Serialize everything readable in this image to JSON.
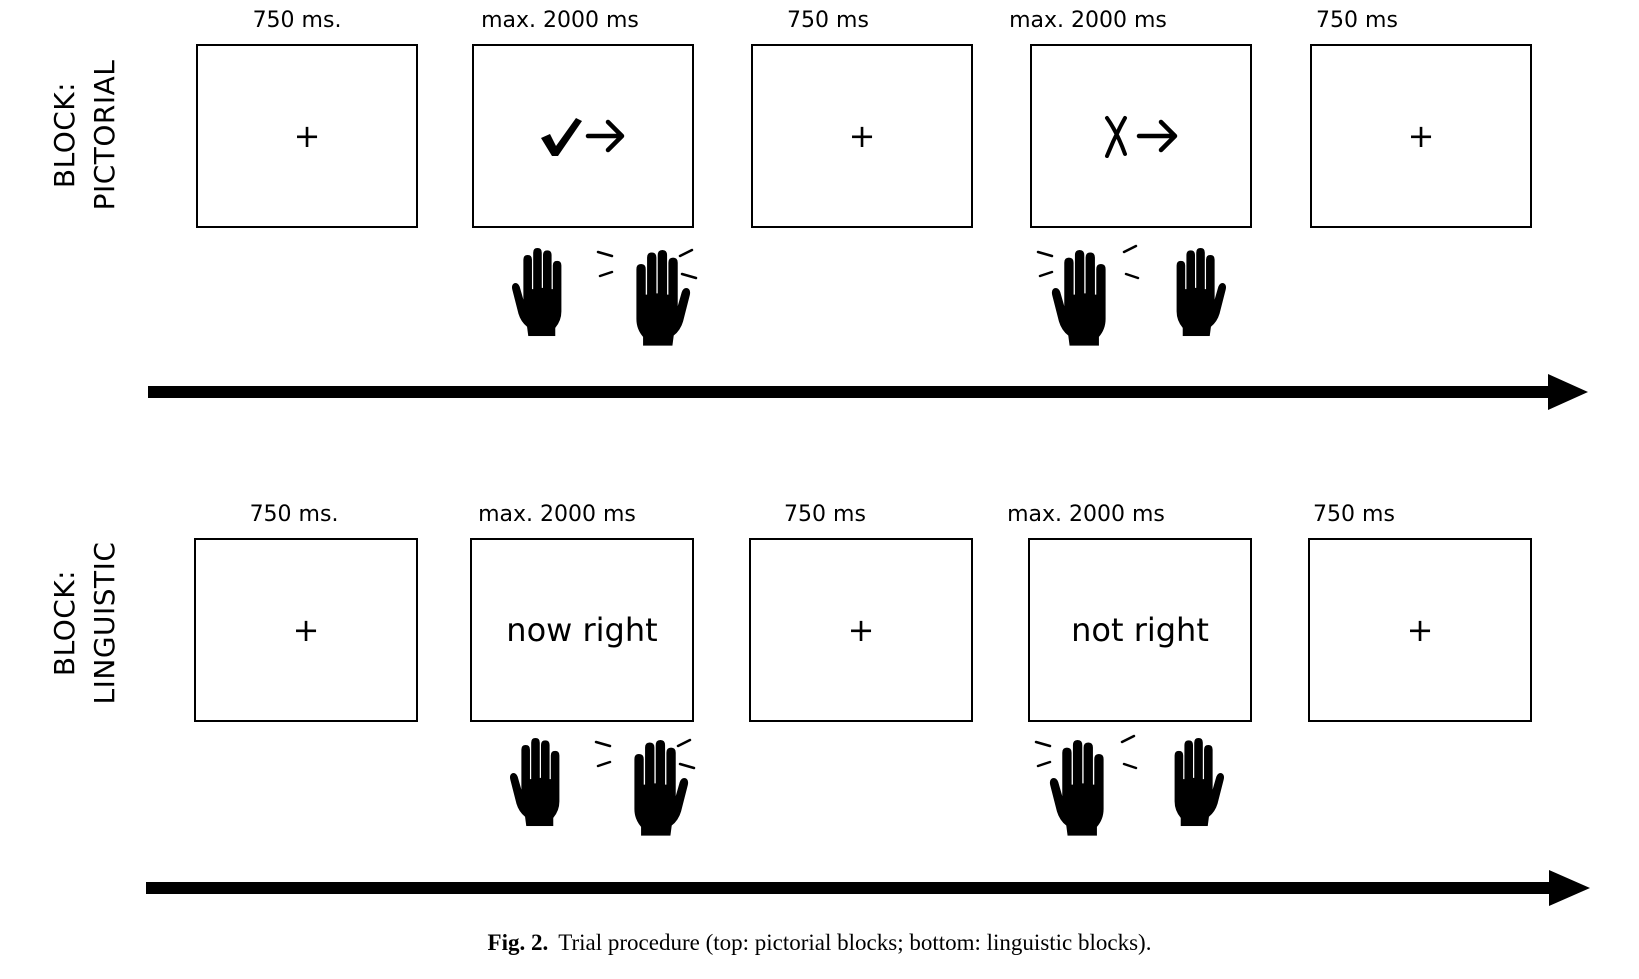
{
  "panels": [
    {
      "block_label": [
        "BLOCK:",
        "PICTORIAL"
      ],
      "durations": [
        "750 ms.",
        "max. 2000 ms",
        "750 ms",
        "max. 2000 ms",
        "750 ms"
      ],
      "screens": [
        {
          "kind": "fixation",
          "text": "+"
        },
        {
          "kind": "pictorial-cue",
          "symbol": "check-arrow-right"
        },
        {
          "kind": "fixation",
          "text": "+"
        },
        {
          "kind": "pictorial-cue",
          "symbol": "cross-arrow-right"
        },
        {
          "kind": "fixation",
          "text": "+"
        }
      ]
    },
    {
      "block_label": [
        "BLOCK:",
        "LINGUISTIC"
      ],
      "durations": [
        "750 ms.",
        "max. 2000 ms",
        "750 ms",
        "max. 2000 ms",
        "750 ms"
      ],
      "screens": [
        {
          "kind": "fixation",
          "text": "+"
        },
        {
          "kind": "word-cue",
          "text": "now right"
        },
        {
          "kind": "fixation",
          "text": "+"
        },
        {
          "kind": "word-cue",
          "text": "not right"
        },
        {
          "kind": "fixation",
          "text": "+"
        }
      ]
    }
  ],
  "caption": {
    "label": "Fig. 2.",
    "text": "Trial procedure (top: pictorial blocks; bottom: linguistic blocks)."
  }
}
